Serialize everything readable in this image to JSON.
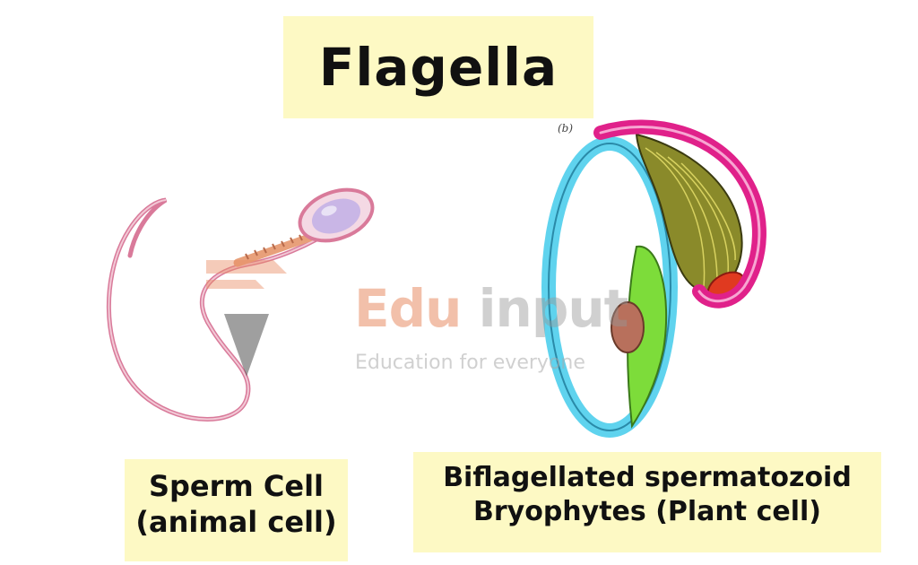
{
  "title": "Flagella",
  "figure_letter": "(b)",
  "watermark": {
    "brand_part1": "Edu",
    "brand_part2": "input",
    "tagline": "Education for everyone"
  },
  "captions": {
    "sperm": [
      "Sperm Cell",
      "(animal cell)"
    ],
    "biflagellated": [
      "Biflagellated spermatozoid",
      "Bryophytes (Plant cell)"
    ]
  },
  "colors": {
    "caption_bg": "#fdf9c4",
    "flagellum_pink": "#d97a9a",
    "sperm_head": "#c9b6e6",
    "flagellum_magenta": "#e0218a",
    "ring_cyan": "#5fd3ee",
    "body_olive": "#8a8a2a",
    "green_part": "#7ddc3a",
    "nucleus_brown": "#b8705c"
  }
}
